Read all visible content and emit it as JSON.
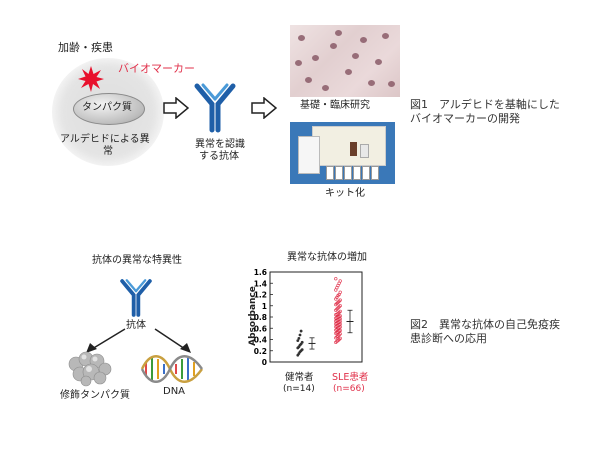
{
  "fig1": {
    "aging_label": "加齢・疾患",
    "biomarker_label": "バイオマーカー",
    "protein_label": "タンパク質",
    "aldehyde_label_line1": "アルデヒドによる異",
    "aldehyde_label_line2": "常",
    "antibody_label_line1": "異常を認識",
    "antibody_label_line2": "する抗体",
    "research_label": "基礎・臨床研究",
    "kit_label": "キット化",
    "caption_line1": "図1　アルデヒドを基軸にした",
    "caption_line2": "バイオマーカーの開発"
  },
  "fig2": {
    "specificity_title": "抗体の異常な特異性",
    "antibody_label": "抗体",
    "modified_protein_label": "修飾タンパク質",
    "dna_label": "DNA",
    "increase_title": "異常な抗体の増加",
    "caption_line1": "図2　異常な抗体の自己免疫疾",
    "caption_line2": "患診断への応用"
  },
  "chart_data": {
    "type": "scatter",
    "title": "異常な抗体の増加",
    "ylabel": "Absorbance",
    "xlabel": "",
    "ylim": [
      0,
      1.6
    ],
    "yticks": [
      "0",
      "0.2",
      "0.4",
      "0.6",
      "0.8",
      "1",
      "1.2",
      "1.4",
      "1.6"
    ],
    "grid": false,
    "series": [
      {
        "name": "健常者",
        "n_label": "(n=14)",
        "color": "#333333",
        "values": [
          0.12,
          0.15,
          0.18,
          0.2,
          0.22,
          0.25,
          0.27,
          0.3,
          0.32,
          0.35,
          0.38,
          0.42,
          0.48,
          0.55
        ],
        "mean": 0.33,
        "sd": 0.1
      },
      {
        "name": "SLE患者",
        "n_label": "(n=66)",
        "color": "#e0304a",
        "values": [
          0.35,
          0.37,
          0.38,
          0.4,
          0.42,
          0.43,
          0.45,
          0.46,
          0.48,
          0.5,
          0.51,
          0.52,
          0.53,
          0.55,
          0.56,
          0.57,
          0.58,
          0.6,
          0.61,
          0.62,
          0.63,
          0.64,
          0.65,
          0.66,
          0.67,
          0.68,
          0.69,
          0.7,
          0.71,
          0.72,
          0.73,
          0.74,
          0.75,
          0.76,
          0.77,
          0.78,
          0.79,
          0.8,
          0.81,
          0.82,
          0.84,
          0.85,
          0.86,
          0.88,
          0.9,
          0.92,
          0.94,
          0.96,
          0.98,
          1.0,
          1.02,
          1.04,
          1.06,
          1.08,
          1.1,
          1.12,
          1.15,
          1.18,
          1.2,
          1.24,
          1.28,
          1.32,
          1.36,
          1.4,
          1.44,
          1.48
        ],
        "mean": 0.72,
        "sd": 0.2
      }
    ]
  },
  "colors": {
    "antibody": "#1f5fa8",
    "antibody_light": "#4a9ad8",
    "highlight": "#e0304a",
    "burst": "#e8102c"
  }
}
